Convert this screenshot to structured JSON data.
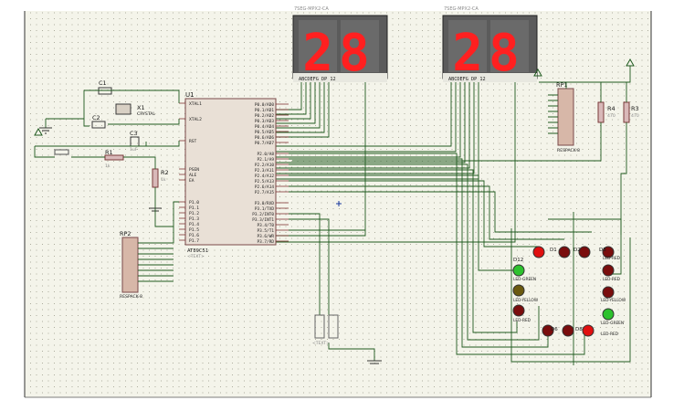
{
  "schematic": {
    "display_left_value": "28",
    "display_right_value": "28",
    "display_header_label": "7SEG-MPX2-CA",
    "display_pin_labels": "ABCDEFG  DP      12",
    "text_placeholder": "<TEXT>",
    "mcu": {
      "ref": "U1",
      "part": "AT89C51",
      "left_pins": [
        "XTAL1",
        "XTAL2",
        "RST",
        "PSEN",
        "ALE",
        "EA",
        "P1.0",
        "P1.1",
        "P1.2",
        "P1.3",
        "P1.4",
        "P1.5",
        "P1.6",
        "P1.7"
      ],
      "right_pins": [
        "P0.0/AD0",
        "P0.1/AD1",
        "P0.2/AD2",
        "P0.3/AD3",
        "P0.4/AD4",
        "P0.5/AD5",
        "P0.6/AD6",
        "P0.7/AD7",
        "P2.0/A8",
        "P2.1/A9",
        "P2.2/A10",
        "P2.3/A11",
        "P2.4/A12",
        "P2.5/A13",
        "P2.6/A14",
        "P2.7/A15",
        "P3.0/RXD",
        "P3.1/TXD",
        "P3.2/INT0",
        "P3.3/INT1",
        "P3.4/T0",
        "P3.5/T1",
        "P3.6/WR",
        "P3.7/RD"
      ]
    },
    "components": {
      "c1": "C1",
      "c2": "C2",
      "c3": "C3",
      "x1": "X1",
      "crystal": "CRYSTAL",
      "r1": "R1",
      "r1_val": "1k",
      "r2": "R2",
      "r2_val": "1k",
      "r3": "R3",
      "r3_val": "470",
      "r4": "R4",
      "r4_val": "470",
      "rp1": "RP1",
      "rp2": "RP2",
      "respack": "RESPACK-8",
      "cap_val": "1uF"
    },
    "leds": {
      "d1": "D1",
      "d2": "D2",
      "d3": "D3",
      "d6": "D6",
      "d8": "D8",
      "d12": "D12",
      "led_red": "LED-RED",
      "led_green": "LED-GREEN",
      "led_yellow": "LED-YELLOW"
    },
    "colors": {
      "seg_on": "#ff2020",
      "seg_off": "#5a0000",
      "led_red_on": "#e01010",
      "led_red_off": "#7a0d0d",
      "led_green_on": "#2ec22e",
      "led_yellow_off": "#6b5a10",
      "wire": "#1f5a1f",
      "body": "#b07a7a"
    }
  }
}
